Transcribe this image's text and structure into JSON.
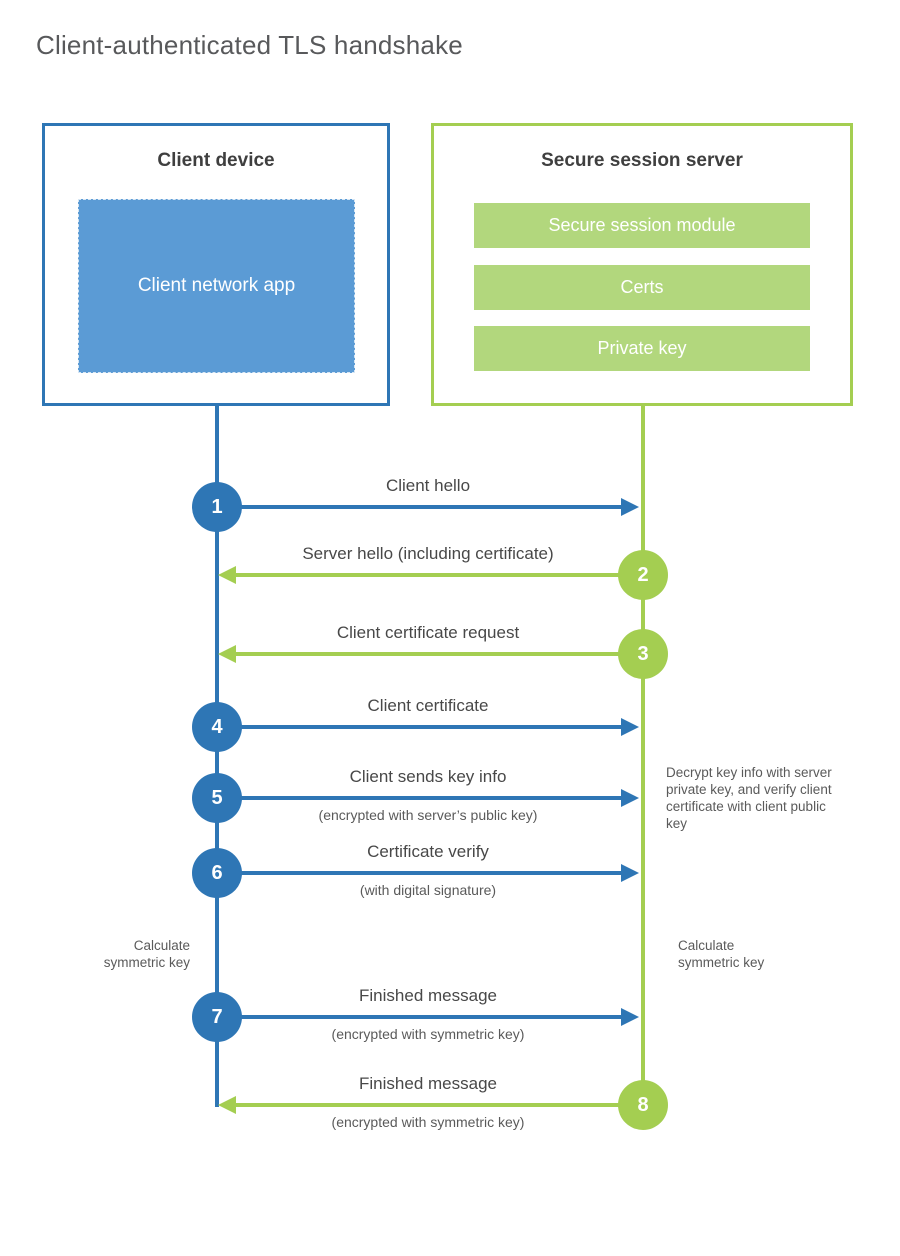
{
  "title": "Client-authenticated TLS handshake",
  "colors": {
    "client_blue": "#2e76b5",
    "client_fill_blue": "#5b9bd5",
    "server_green": "#a4ce51",
    "server_bar_green": "#b2d77d",
    "heading_text": "#3f3f3f",
    "title_text": "#58595b"
  },
  "client_box": {
    "title": "Client device",
    "inner_label": "Client network app"
  },
  "server_box": {
    "title": "Secure session server",
    "modules": [
      "Secure session module",
      "Certs",
      "Private key"
    ]
  },
  "steps": [
    {
      "num": "1",
      "from": "client",
      "label": "Client hello"
    },
    {
      "num": "2",
      "from": "server",
      "label": "Server hello (including certificate)"
    },
    {
      "num": "3",
      "from": "server",
      "label": "Client certificate request"
    },
    {
      "num": "4",
      "from": "client",
      "label": "Client certificate"
    },
    {
      "num": "5",
      "from": "client",
      "label": "Client sends key info",
      "sublabel": "(encrypted with server’s public key)"
    },
    {
      "num": "6",
      "from": "client",
      "label": "Certificate verify",
      "sublabel": "(with digital signature)"
    },
    {
      "num": "7",
      "from": "client",
      "label": "Finished message",
      "sublabel": "(encrypted with symmetric key)"
    },
    {
      "num": "8",
      "from": "server",
      "label": "Finished message",
      "sublabel": "(encrypted with symmetric key)"
    }
  ],
  "annotations": {
    "decrypt_note": "Decrypt key info with server private key, and verify client certificate with client public key",
    "client_calculate": "Calculate symmetric key",
    "server_calculate": "Calculate symmetric key"
  }
}
